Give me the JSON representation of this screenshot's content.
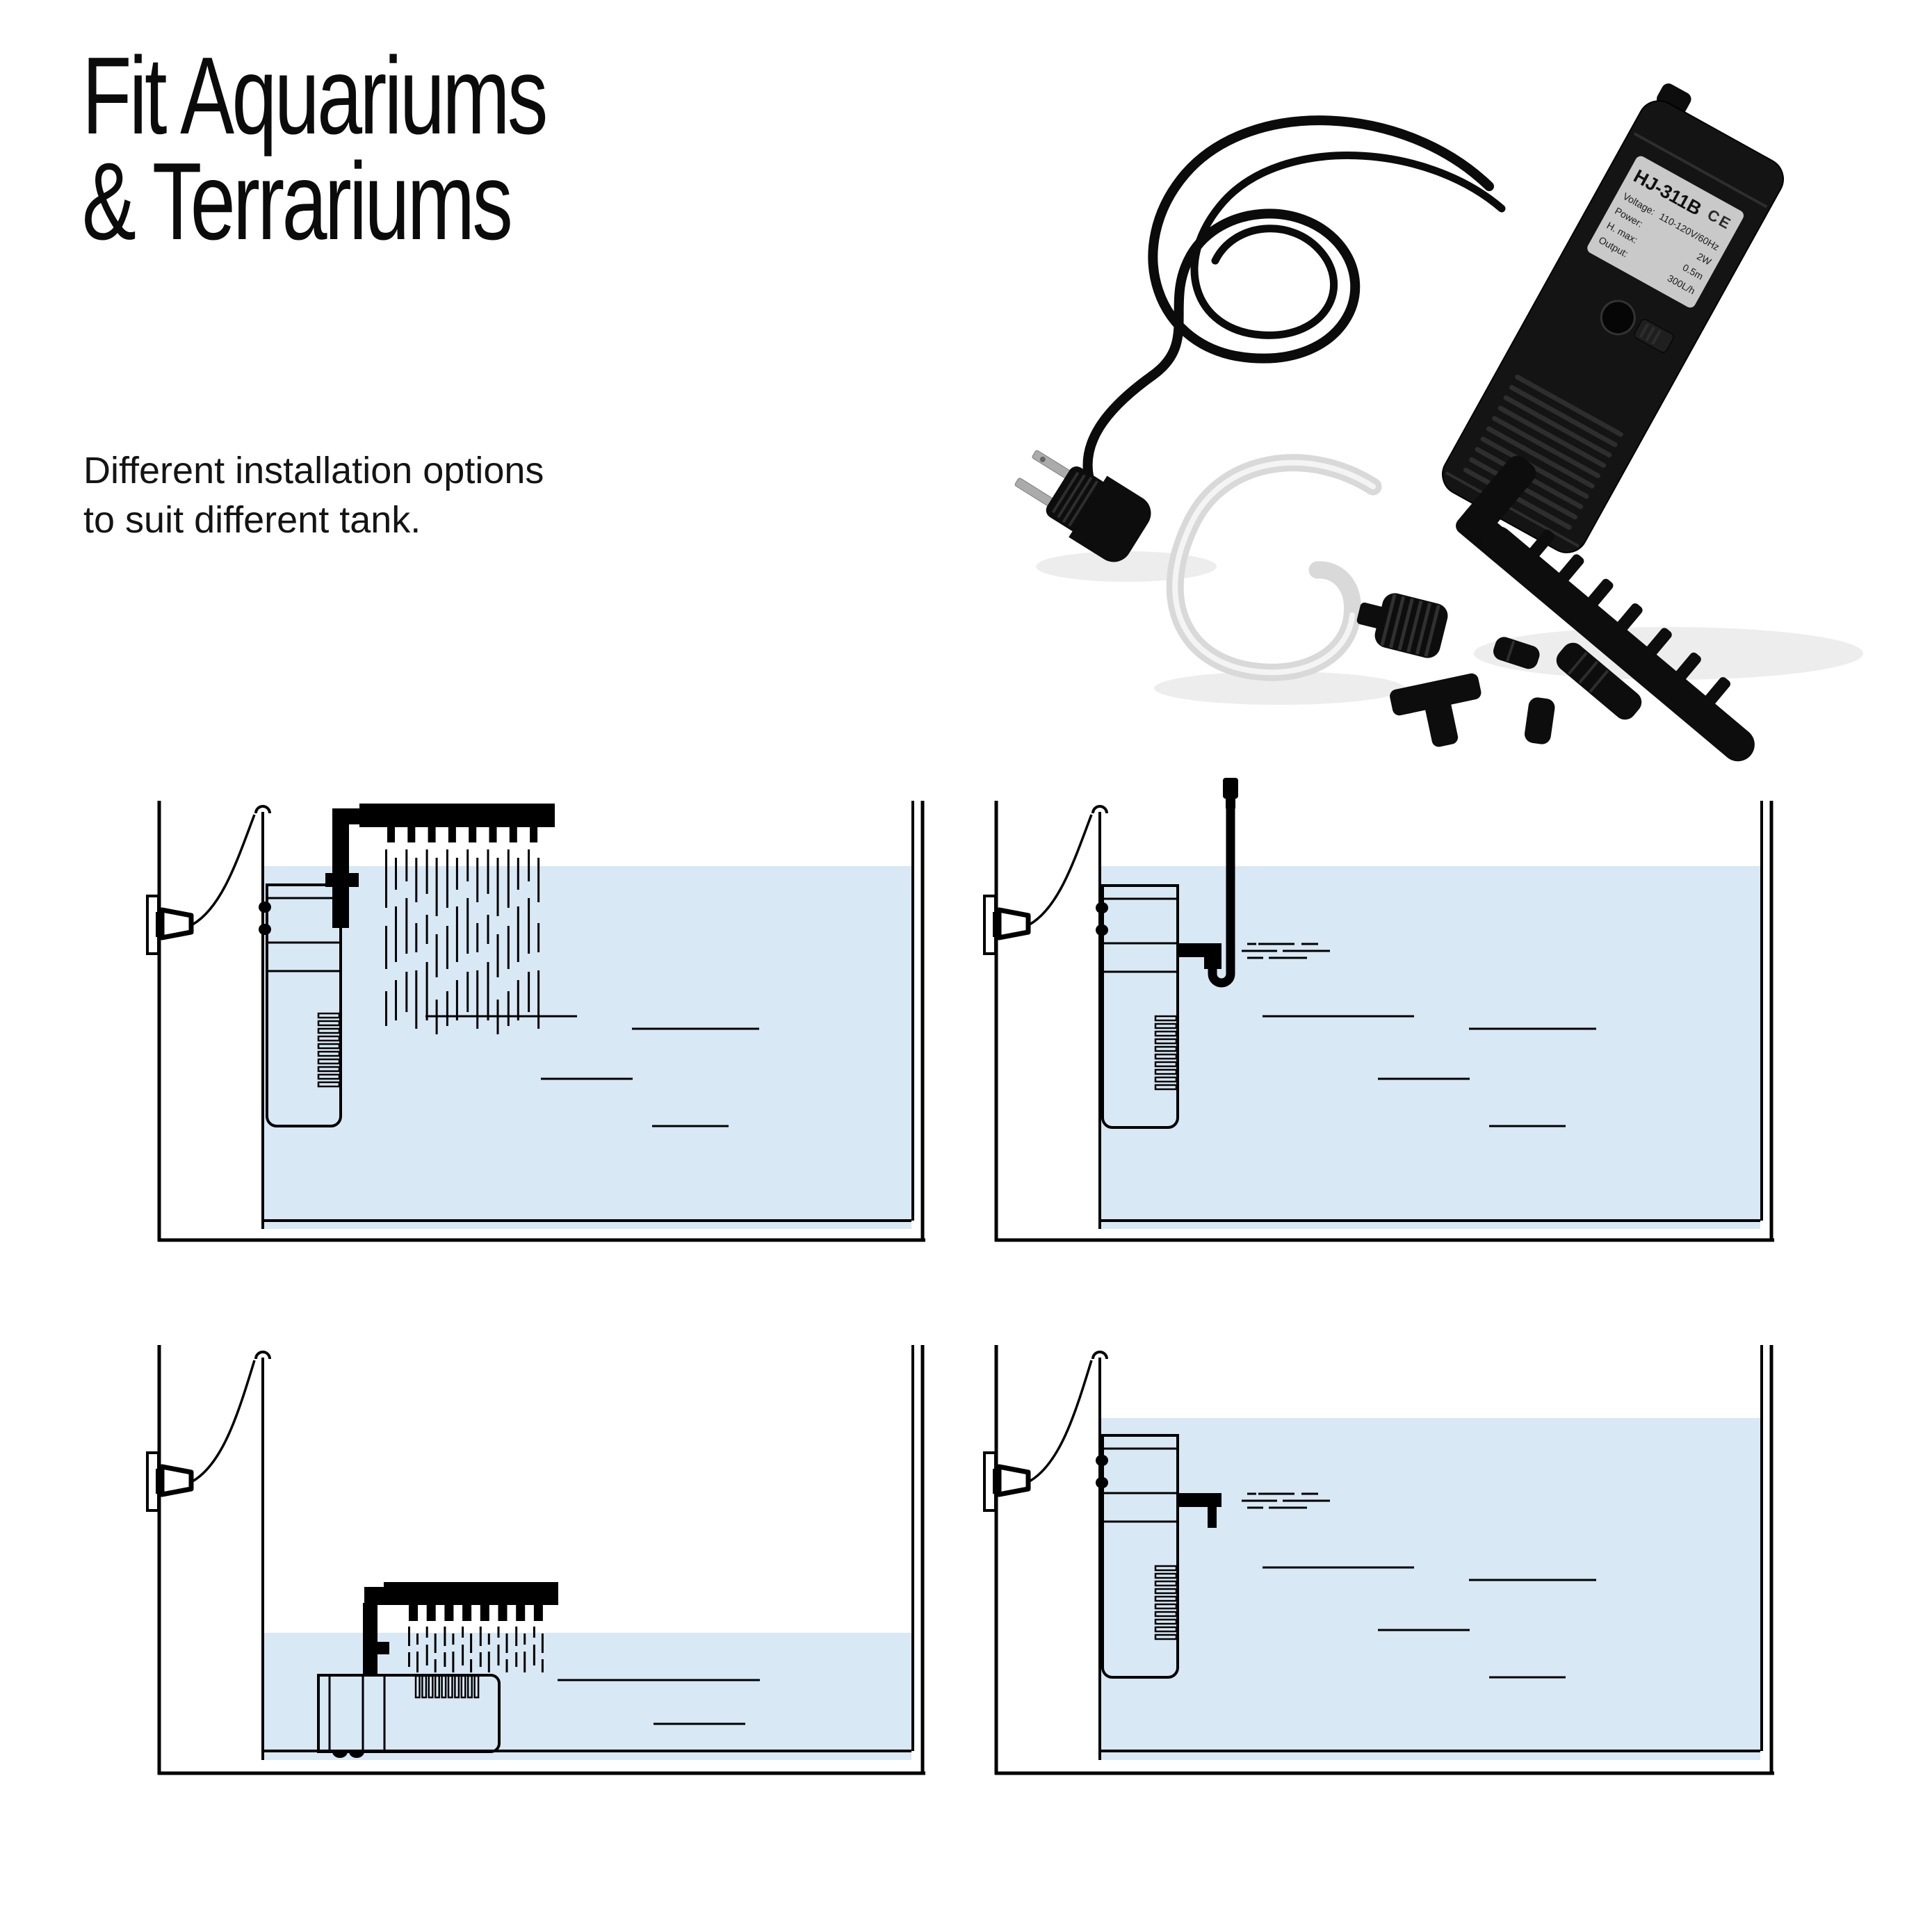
{
  "header": {
    "title_line1": "Fit Aquariums",
    "title_line2": "& Terrariums",
    "subtitle_line1": "Different installation options",
    "subtitle_line2": "to suit different tank."
  },
  "product": {
    "model": "HJ-311B",
    "ce_mark": "CE",
    "specs": [
      {
        "k": "Voltage:",
        "v": "110-120V/60Hz"
      },
      {
        "k": "Power:",
        "v": "2W"
      },
      {
        "k": "H. max:",
        "v": "0.5m"
      },
      {
        "k": "Output:",
        "v": "300L/h"
      }
    ]
  },
  "diagrams": {
    "count": 4,
    "top_left": "spray bar above water surface",
    "top_right": "submerged outlet with air intake tube",
    "bottom_left": "horizontal filter on tank bottom with spray bar (shallow water)",
    "bottom_right": "submerged outlet near surface"
  },
  "colors": {
    "title_text": "#0b0b0b",
    "water_fill": "#d8e8f4",
    "diagram_line": "#000000",
    "device_black": "#141414",
    "label_gray": "#c9c9c9"
  }
}
